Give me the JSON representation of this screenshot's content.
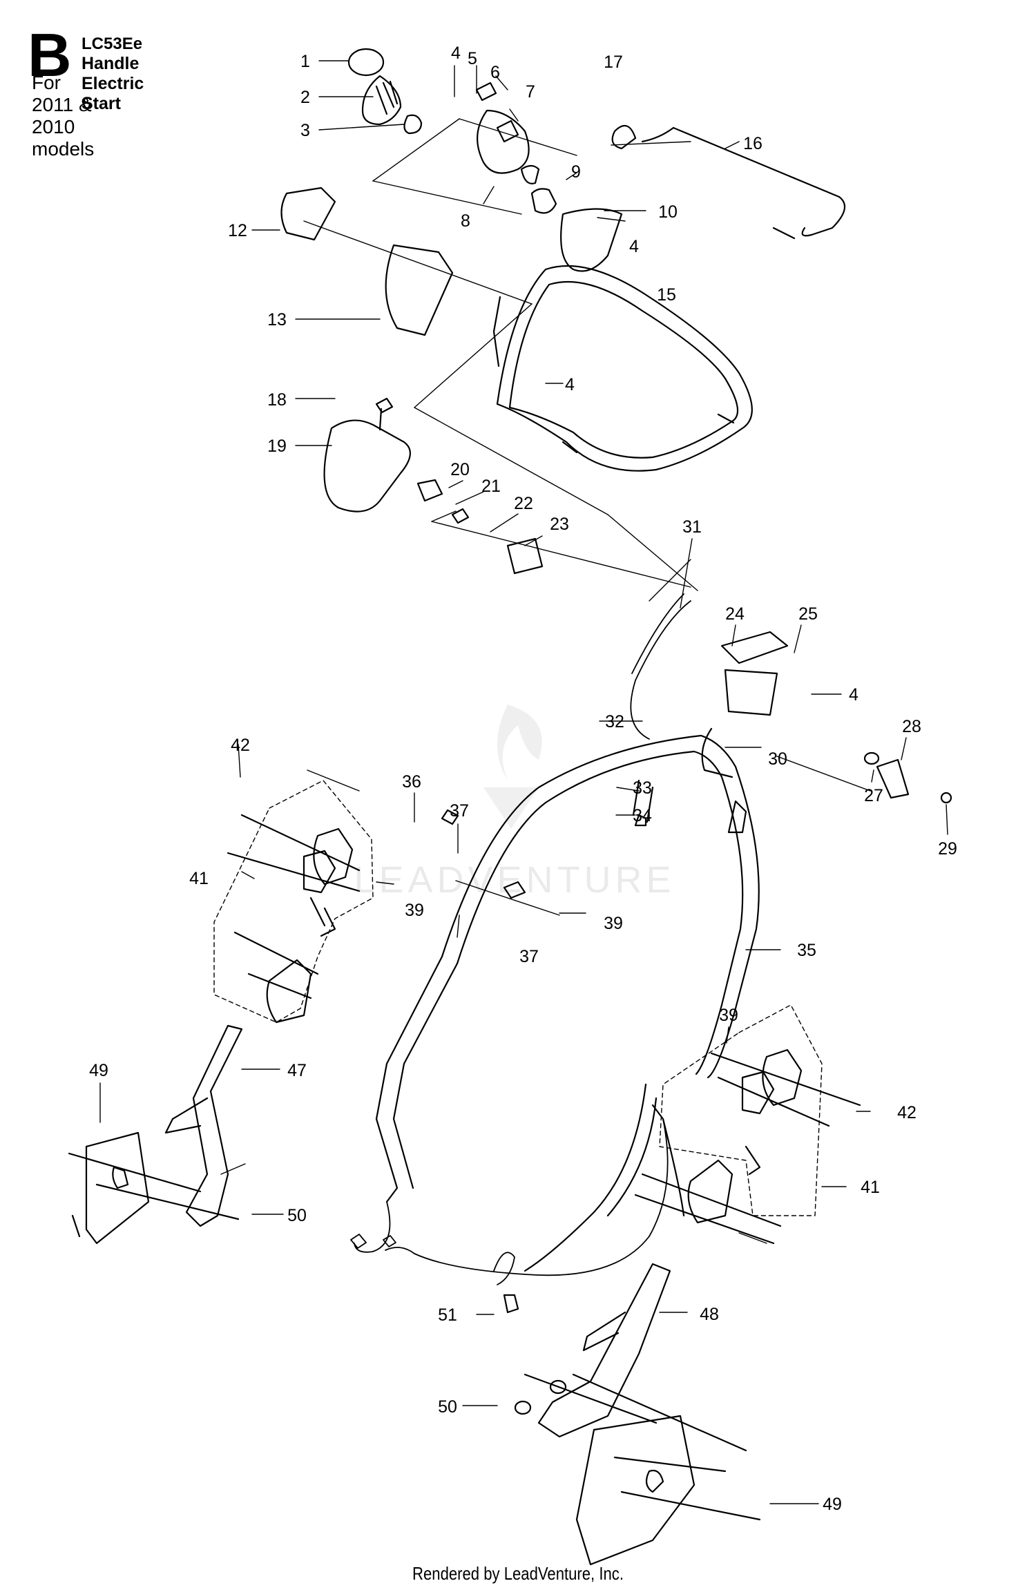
{
  "header": {
    "section": "B",
    "model": "LC53Ee",
    "subtitle": "Handle Electric Start",
    "years": "For 2011 & 2010 models"
  },
  "watermark": "LEADVENTURE",
  "footer": "Rendered by LeadVenture, Inc.",
  "callouts": [
    {
      "id": "1",
      "label": "1"
    },
    {
      "id": "2",
      "label": "2"
    },
    {
      "id": "3",
      "label": "3"
    },
    {
      "id": "4a",
      "label": "4"
    },
    {
      "id": "5",
      "label": "5"
    },
    {
      "id": "6",
      "label": "6"
    },
    {
      "id": "7",
      "label": "7"
    },
    {
      "id": "8",
      "label": "8"
    },
    {
      "id": "9",
      "label": "9"
    },
    {
      "id": "10",
      "label": "10"
    },
    {
      "id": "4b",
      "label": "4"
    },
    {
      "id": "12",
      "label": "12"
    },
    {
      "id": "13",
      "label": "13"
    },
    {
      "id": "4c",
      "label": "4"
    },
    {
      "id": "15",
      "label": "15"
    },
    {
      "id": "16",
      "label": "16"
    },
    {
      "id": "17",
      "label": "17"
    },
    {
      "id": "18",
      "label": "18"
    },
    {
      "id": "19",
      "label": "19"
    },
    {
      "id": "20",
      "label": "20"
    },
    {
      "id": "21",
      "label": "21"
    },
    {
      "id": "22",
      "label": "22"
    },
    {
      "id": "23",
      "label": "23"
    },
    {
      "id": "31",
      "label": "31"
    },
    {
      "id": "24",
      "label": "24"
    },
    {
      "id": "25",
      "label": "25"
    },
    {
      "id": "4d",
      "label": "4"
    },
    {
      "id": "32",
      "label": "32"
    },
    {
      "id": "30",
      "label": "30"
    },
    {
      "id": "28",
      "label": "28"
    },
    {
      "id": "27",
      "label": "27"
    },
    {
      "id": "29",
      "label": "29"
    },
    {
      "id": "33",
      "label": "33"
    },
    {
      "id": "34",
      "label": "34"
    },
    {
      "id": "42a",
      "label": "42"
    },
    {
      "id": "36",
      "label": "36"
    },
    {
      "id": "37a",
      "label": "37"
    },
    {
      "id": "41a",
      "label": "41"
    },
    {
      "id": "39a",
      "label": "39"
    },
    {
      "id": "39b",
      "label": "39"
    },
    {
      "id": "37b",
      "label": "37"
    },
    {
      "id": "35",
      "label": "35"
    },
    {
      "id": "39c",
      "label": "39"
    },
    {
      "id": "42b",
      "label": "42"
    },
    {
      "id": "41b",
      "label": "41"
    },
    {
      "id": "49a",
      "label": "49"
    },
    {
      "id": "47",
      "label": "47"
    },
    {
      "id": "50a",
      "label": "50"
    },
    {
      "id": "51",
      "label": "51"
    },
    {
      "id": "48",
      "label": "48"
    },
    {
      "id": "50b",
      "label": "50"
    },
    {
      "id": "49b",
      "label": "49"
    }
  ]
}
